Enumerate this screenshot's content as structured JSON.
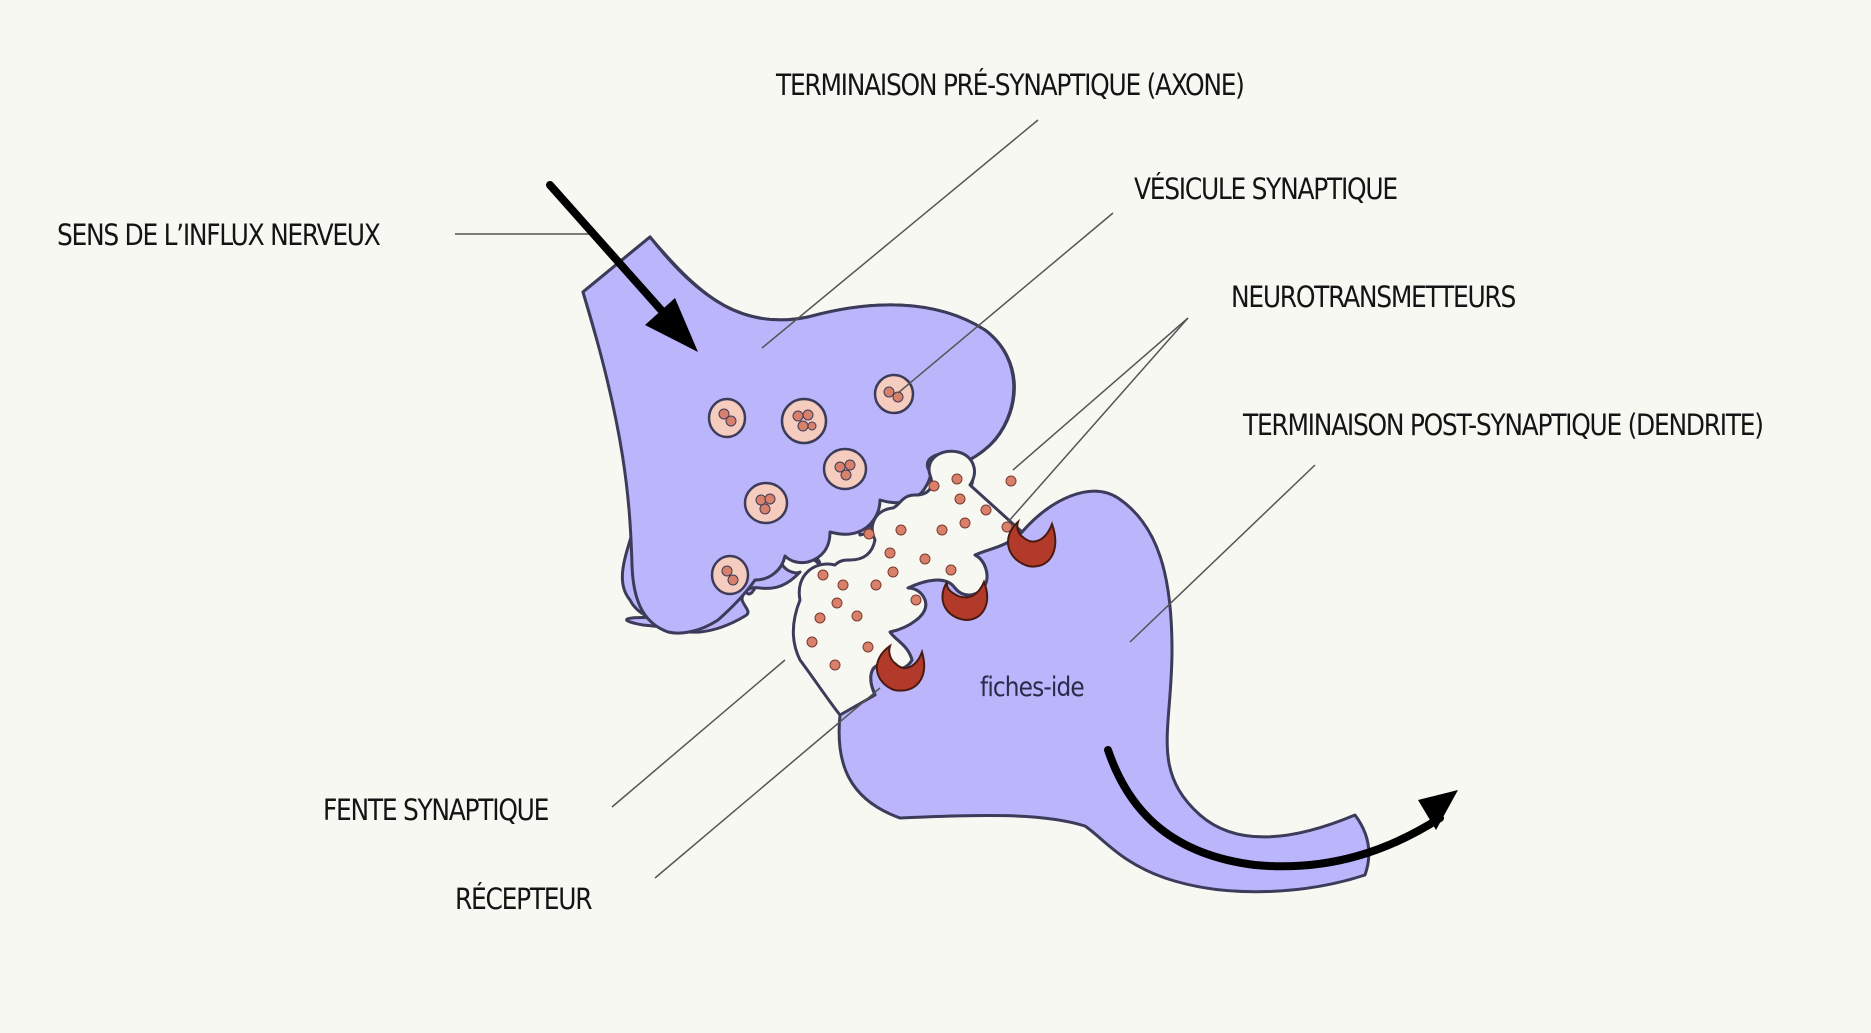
{
  "labels": {
    "presynaptic_terminal": "TERMINAISON PRÉ-SYNAPTIQUE (AXONE)",
    "synaptic_vesicle": "VÉSICULE SYNAPTIQUE",
    "impulse_direction": "SENS DE L’INFLUX NERVEUX",
    "neurotransmitters": "NEUROTRANSMETTEURS",
    "postsynaptic_terminal": "TERMINAISON POST-SYNAPTIQUE (DENDRITE)",
    "synaptic_cleft": "FENTE SYNAPTIQUE",
    "receptor": "RÉCEPTEUR"
  },
  "watermark": "fiches-ide",
  "colors": {
    "background": "#f8f8f3",
    "neuron_fill": "#bbb5fb",
    "neuron_outline": "#3c3c5a",
    "vesicle_fill": "#f6ccbe",
    "neurotransmitter": "#d9806a",
    "receptor": "#b13a2a",
    "arrow": "#000000",
    "leader_line": "#555555"
  }
}
